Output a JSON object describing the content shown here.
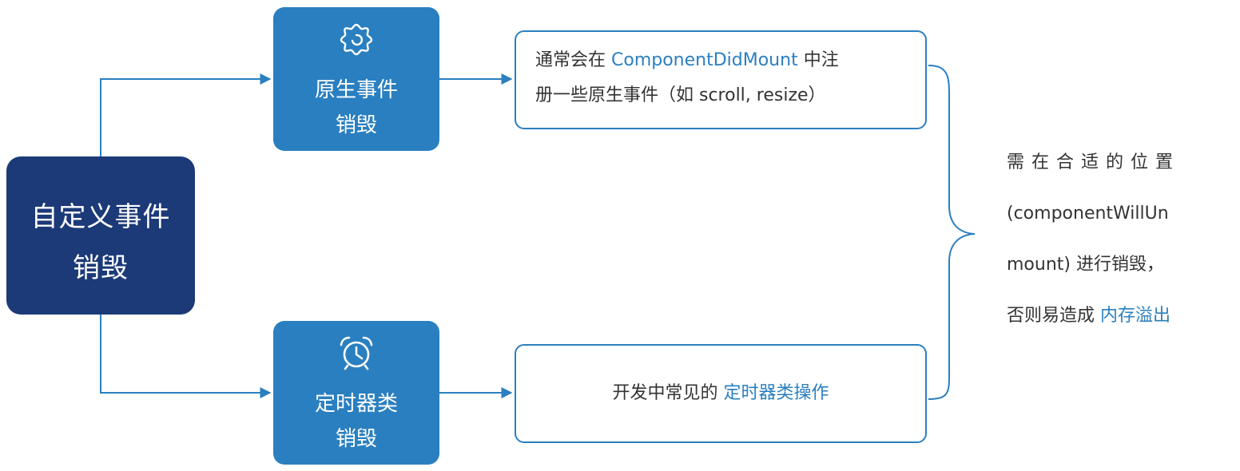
{
  "root": {
    "title_line1": "自定义事件",
    "title_line2": "销毁"
  },
  "native": {
    "icon": "gear-icon",
    "label_line1": "原生事件",
    "label_line2": "销毁",
    "note_part1": "通常会在 ",
    "note_highlight": "ComponentDidMount",
    "note_part2": " 中注",
    "note_line2": "册一些原生事件（如 scroll, resize）"
  },
  "timer": {
    "icon": "alarm-clock-icon",
    "label_line1": "定时器类",
    "label_line2": "销毁",
    "note_part1": "开发中常见的 ",
    "note_highlight": "定时器类操作"
  },
  "summary": {
    "line1": "需在合适的位置",
    "line2": "(componentWillUn",
    "line3": "mount) 进行销毁，",
    "line4_part1": "否则易造成 ",
    "line4_highlight": "内存溢出"
  },
  "colors": {
    "root_fill": "#1c3a78",
    "node_fill": "#2a7fc0",
    "connector": "#2a7fc0",
    "highlight_text": "#2a7fc0",
    "body_text": "#333333"
  }
}
